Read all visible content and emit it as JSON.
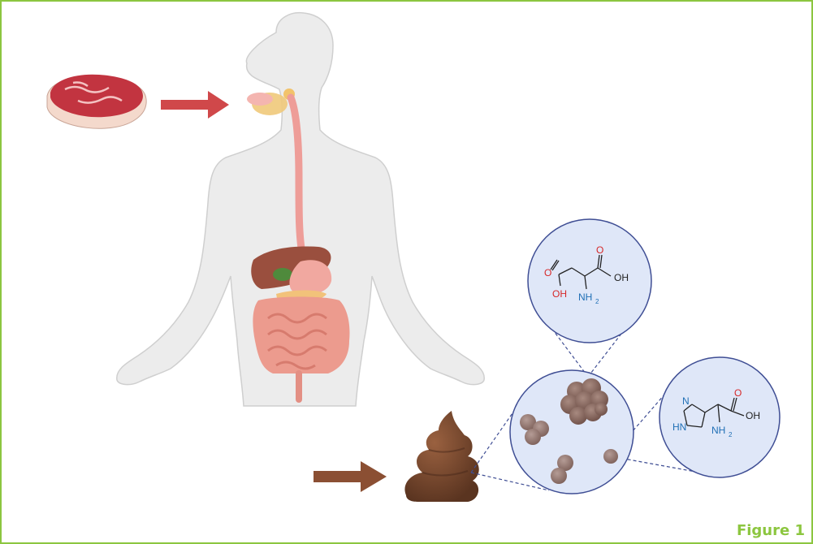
{
  "figure": {
    "label": "Figure 1"
  },
  "colors": {
    "border": "#8cc63f",
    "food_arrow": "#d0484a",
    "stool_arrow": "#8b4f33",
    "magnifier_fill": "#dfe7f8",
    "magnifier_stroke": "#3f4e94",
    "oxygen": "#d62828",
    "nitrogen": "#1f6fb5"
  },
  "icons": {
    "food": "steak-icon",
    "body": "human-body-digestive-system-icon",
    "stool": "stool-icon"
  },
  "molecules": {
    "aspartic_acid": {
      "atoms": {
        "o_left": "O",
        "oh_left": "OH",
        "o_right": "O",
        "oh_right": "OH",
        "nh2": "NH",
        "sub2": "2"
      }
    },
    "histidine": {
      "atoms": {
        "n_ring": "N",
        "hn_ring": "HN",
        "o": "O",
        "oh": "OH",
        "nh2": "NH",
        "sub2": "2"
      }
    }
  }
}
